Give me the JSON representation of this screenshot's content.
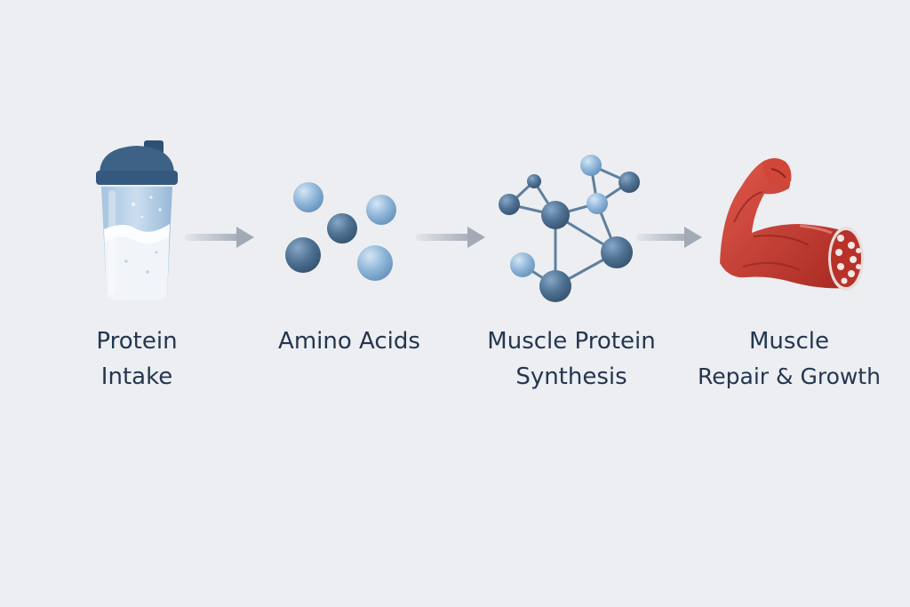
{
  "steps": [
    {
      "icon": "protein-shaker-icon",
      "lines": [
        "Protein",
        "Intake"
      ]
    },
    {
      "icon": "amino-acid-molecules-icon",
      "lines": [
        "Amino Acids"
      ]
    },
    {
      "icon": "protein-network-icon",
      "lines": [
        "Muscle Protein",
        "Synthesis"
      ]
    },
    {
      "icon": "flexed-bicep-icon",
      "lines": [
        "Muscle",
        "Repair & Growth"
      ]
    }
  ],
  "colors": {
    "background": "#eceef2",
    "text": "#24364f",
    "arrow": "#b8bfc9",
    "molecule_dark": "#4f7192",
    "molecule_light": "#8fb6d9",
    "muscle_red": "#c7372c",
    "shaker_lid": "#3e6286"
  }
}
